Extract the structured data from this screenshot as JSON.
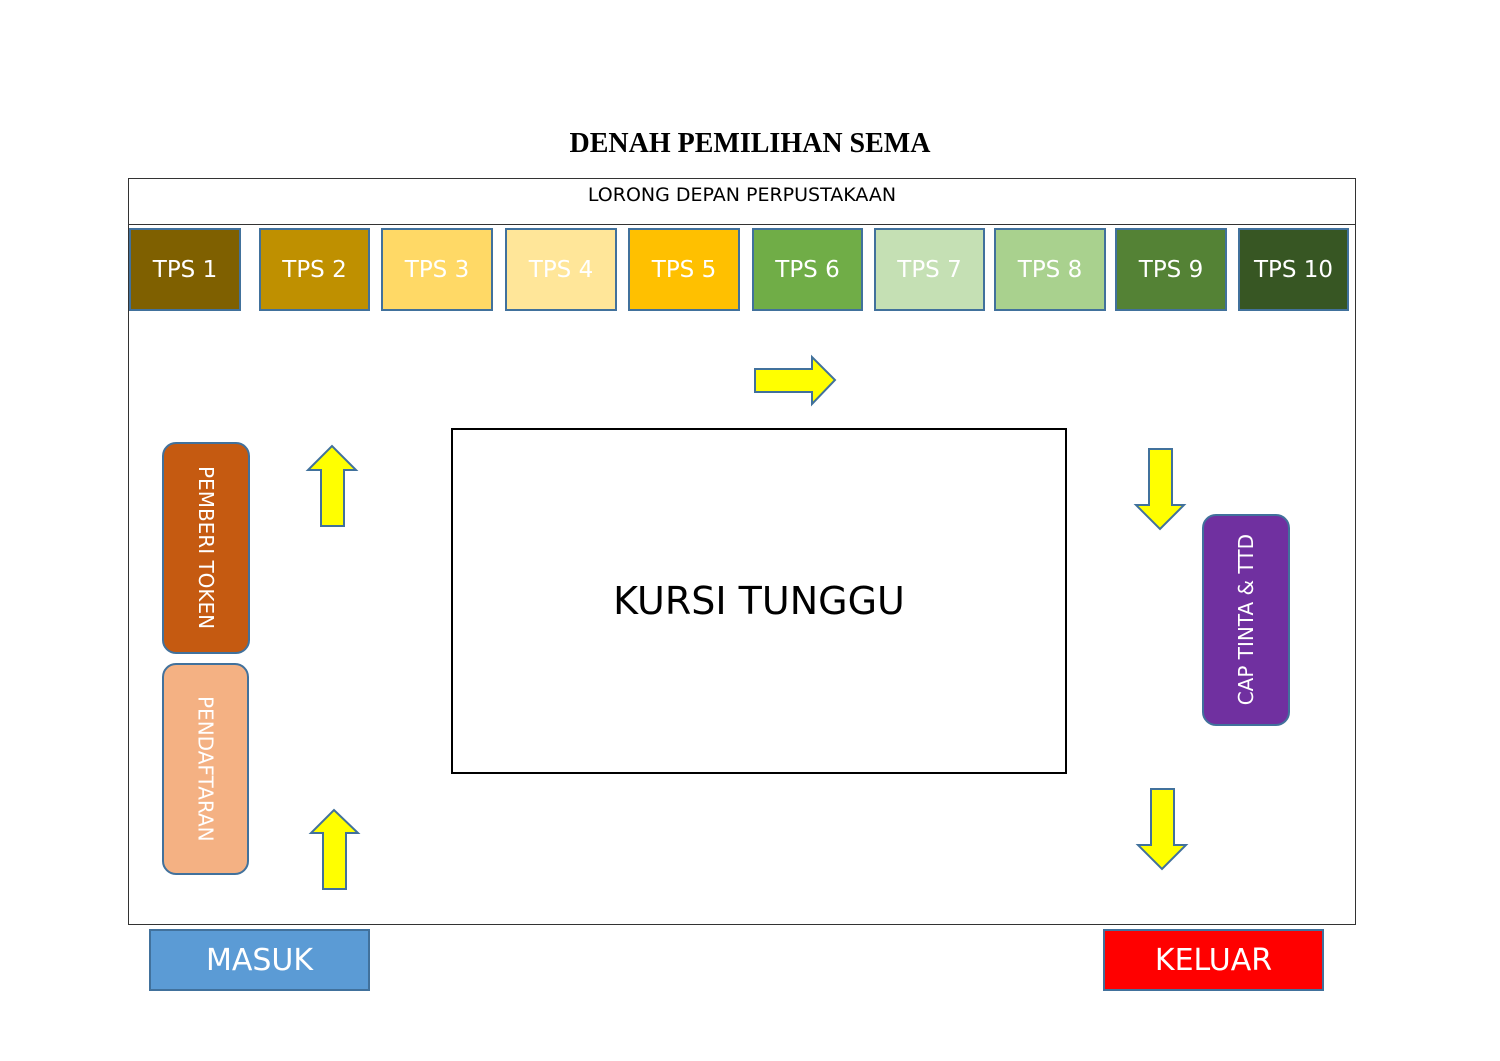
{
  "title": "DENAH PEMILIHAN SEMA",
  "corridor": "LORONG DEPAN PERPUSTAKAAN",
  "tps": [
    {
      "label": "TPS 1",
      "color": "#7f6000"
    },
    {
      "label": "TPS 2",
      "color": "#bf9000"
    },
    {
      "label": "TPS 3",
      "color": "#ffd966"
    },
    {
      "label": "TPS 4",
      "color": "#ffe699"
    },
    {
      "label": "TPS 5",
      "color": "#ffc000"
    },
    {
      "label": "TPS 6",
      "color": "#70ad47"
    },
    {
      "label": "TPS 7",
      "color": "#c5e0b4"
    },
    {
      "label": "TPS 8",
      "color": "#a9d18e"
    },
    {
      "label": "TPS 9",
      "color": "#548235"
    },
    {
      "label": "TPS 10",
      "color": "#375623"
    }
  ],
  "stations": {
    "token": {
      "label": "PEMBERI TOKEN",
      "color": "#c55a11"
    },
    "registration": {
      "label": "PENDAFTARAN",
      "color": "#f4b183"
    },
    "ink": {
      "label": "CAP TINTA & TTD",
      "color": "#7030a0"
    }
  },
  "waiting": "KURSI TUNGGU",
  "entrance": {
    "label": "MASUK",
    "color": "#5b9bd5"
  },
  "exit": {
    "label": "KELUAR",
    "color": "#ff0000"
  },
  "arrow_color": "#ffff00"
}
